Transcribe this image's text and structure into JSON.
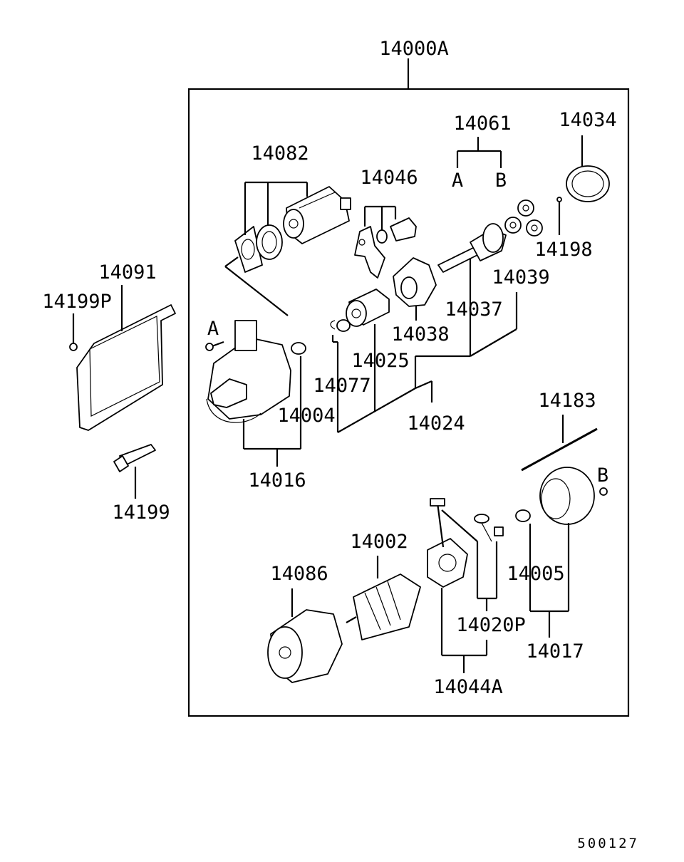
{
  "parts": {
    "assembly": "14000A",
    "p14061": "14061",
    "p14034": "14034",
    "p14082": "14082",
    "p14046": "14046",
    "p14198": "14198",
    "p14091": "14091",
    "p14039": "14039",
    "p14199P": "14199P",
    "p14037": "14037",
    "p14038": "14038",
    "p14025": "14025",
    "p14077": "14077",
    "p14004": "14004",
    "p14024": "14024",
    "p14016": "14016",
    "p14183": "14183",
    "p14199": "14199",
    "p14002": "14002",
    "p14086": "14086",
    "p14005": "14005",
    "p14020P": "14020P",
    "p14017": "14017",
    "p14044A": "14044A"
  },
  "markers": {
    "a_top": "A",
    "b_top": "B",
    "a_left": "A",
    "b_right": "B"
  },
  "footer": {
    "ref_number": "500127"
  }
}
